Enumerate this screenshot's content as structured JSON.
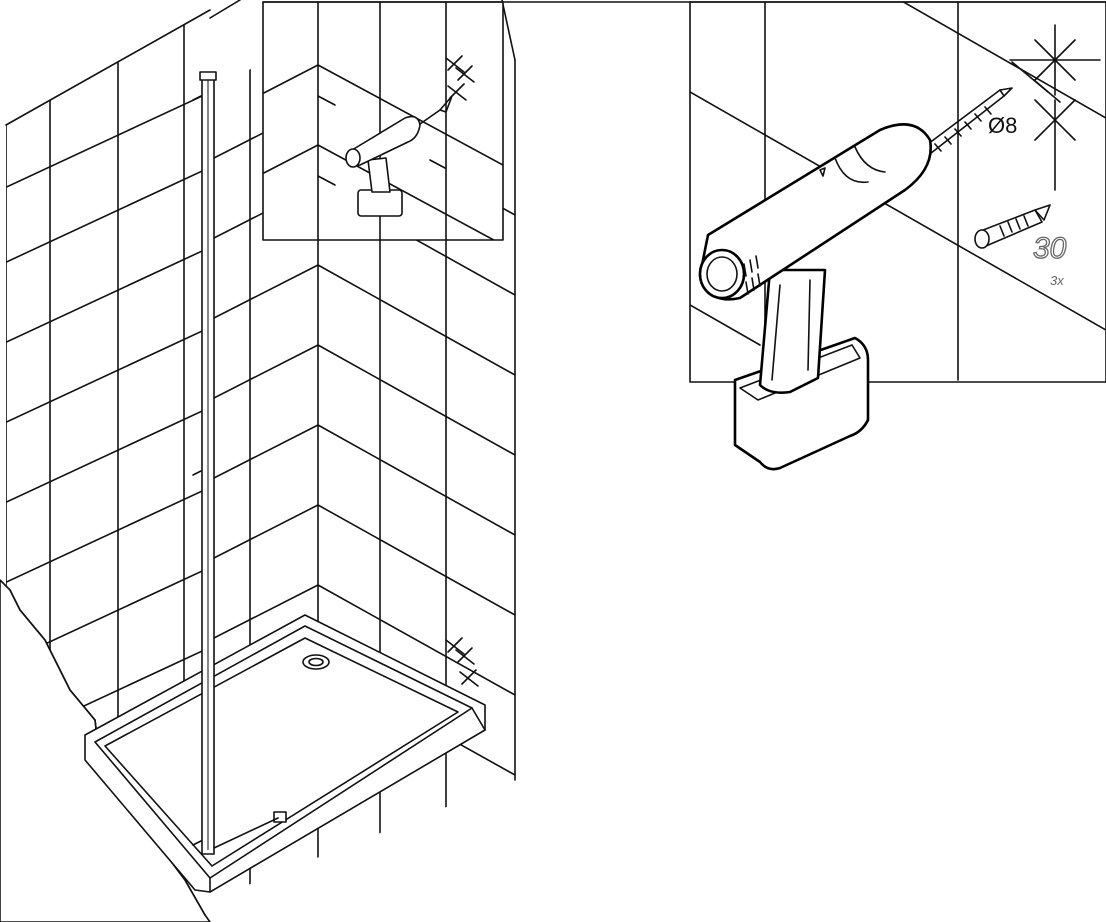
{
  "callout": {
    "hole_diameter": "Ø8",
    "fastener_count": "30",
    "fastener_multiplier": "3x"
  },
  "icons": {
    "drill": "cordless-drill-icon",
    "wall_plug": "wall-plug-icon",
    "drill_mark": "cross-mark-icon"
  },
  "colors": {
    "line": "#111111",
    "label_gray": "#666666",
    "background": "#ffffff"
  }
}
